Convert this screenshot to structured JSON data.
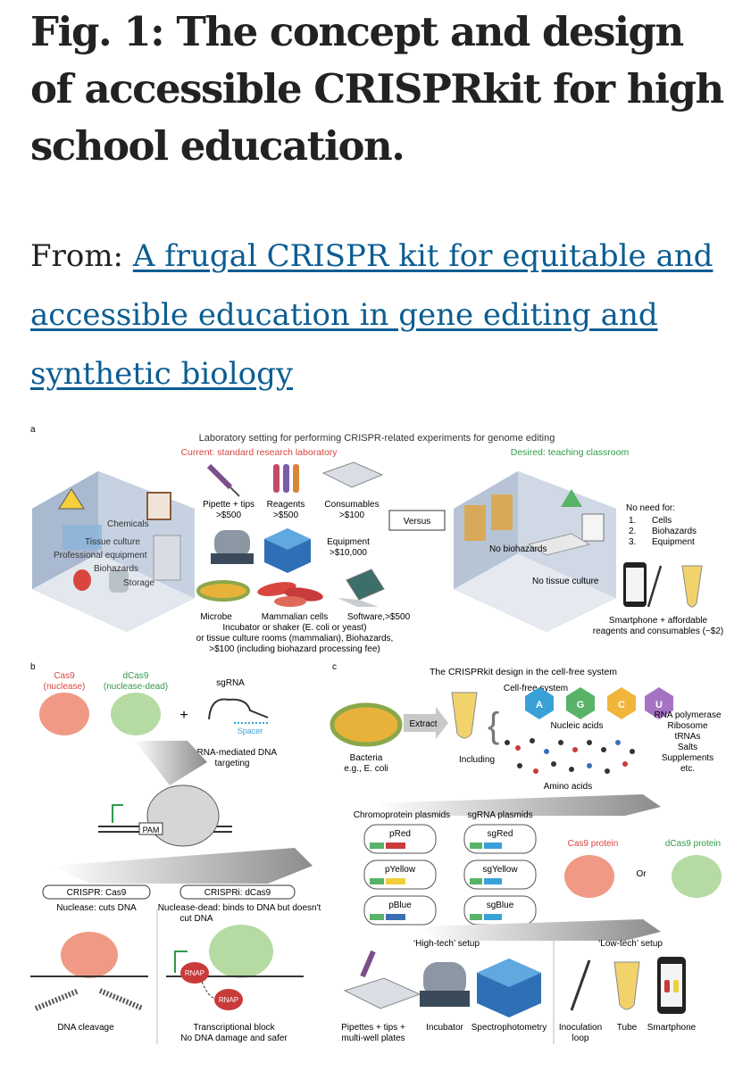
{
  "title": "Fig. 1: The concept and design of accessible CRISPRkit for high school education.",
  "from_prefix": "From: ",
  "source_link": "A frugal CRISPR kit for equitable and accessible education in gene editing and synthetic biology",
  "panel_a": {
    "label": "a",
    "heading": "Laboratory setting for performing CRISPR-related experiments for genome editing",
    "current_label": "Current: standard research laboratory",
    "desired_label": "Desired: teaching classroom",
    "lab_labels": [
      "Chemicals",
      "Tissue culture",
      "Professional equipment",
      "Biohazards",
      "Storage"
    ],
    "pipette": [
      "Pipette + tips",
      ">$500"
    ],
    "reagents": [
      "Reagents",
      ">$500"
    ],
    "consumables": [
      "Consumables",
      ">$100"
    ],
    "equipment": [
      "Equipment",
      ">$10,000"
    ],
    "microbe": "Microbe",
    "mammalian": "Mammalian cells",
    "software": "Software,>$500",
    "incubator_note": [
      "Incubator or shaker (E. coli or yeast)",
      "or tissue culture rooms (mammalian), Biohazards,",
      ">$100 (including biohazard processing fee)"
    ],
    "versus": "Versus",
    "classroom_labels": [
      "No biohazards",
      "No tissue culture"
    ],
    "no_need_title": "No need for:",
    "no_need_items": [
      "1.",
      "Cells",
      "2.",
      "Biohazards",
      "3.",
      "Equipment"
    ],
    "smartphone_note": [
      "Smartphone + affordable",
      "reagents and consumables (~$2)"
    ]
  },
  "panel_b": {
    "label": "b",
    "cas9": [
      "Cas9",
      "(nuclease)"
    ],
    "dcas9": [
      "dCas9",
      "(nuclease-dead)"
    ],
    "plus": "+",
    "sgrna": "sgRNA",
    "spacer": "Spacer",
    "targeting": [
      "sgRNA-mediated DNA",
      "targeting"
    ],
    "pam": "PAM",
    "crispr_box": "CRISPR: Cas9",
    "crispri_box": "CRISPRi: dCas9",
    "nuclease_text": "Nuclease: cuts DNA",
    "nuclease_dead_text": [
      "Nuclease-dead: binds to DNA but doesn't",
      "cut DNA"
    ],
    "rnap": "RNAP",
    "dna_cleavage": "DNA cleavage",
    "block": [
      "Transcriptional block",
      "No DNA damage and safer"
    ]
  },
  "panel_c": {
    "label": "c",
    "heading": "The CRISPRkit design in the cell-free system",
    "cell_free": "Cell-free system",
    "bacteria": [
      "Bacteria",
      "e.g., E. coli"
    ],
    "extract": "Extract",
    "including": "Including",
    "nucleotides": [
      "A",
      "G",
      "C",
      "U"
    ],
    "nucleic_acids": "Nucleic acids",
    "amino_acids": "Amino acids",
    "components": [
      "RNA polymerase",
      "Ribosome",
      "tRNAs",
      "Salts",
      "Supplements",
      "etc."
    ],
    "chromo_title": "Chromoprotein plasmids",
    "sgrna_title": "sgRNA plasmids",
    "chromo": [
      "pRed",
      "pYellow",
      "pBlue"
    ],
    "sgrna_plasmids": [
      "sgRed",
      "sgYellow",
      "sgBlue"
    ],
    "cas9_protein": "Cas9 protein",
    "or": "Or",
    "dcas9_protein": "dCas9 protein",
    "high_tech": "‘High-tech’ setup",
    "low_tech": "‘Low-tech’ setup",
    "pipettes": [
      "Pipettes + tips +",
      "multi-well plates"
    ],
    "incubator": "Incubator",
    "spectro": "Spectrophotometry",
    "loop": [
      "Inoculation",
      "loop"
    ],
    "tube": "Tube",
    "smartphone": "Smartphone"
  },
  "colors": {
    "link": "#0b5d93",
    "red": "#d9453f",
    "green": "#2e9b4a",
    "salmon": "#f09a86",
    "lightgreen": "#b5dba2"
  }
}
